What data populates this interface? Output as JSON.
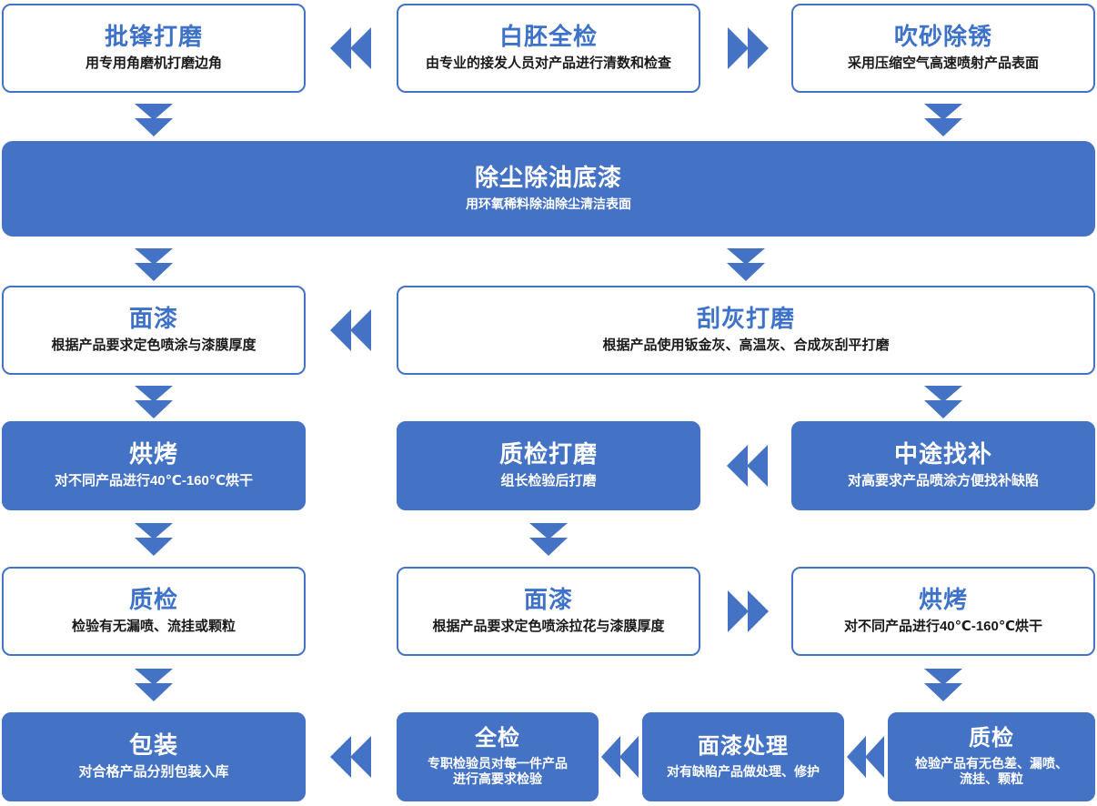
{
  "theme": {
    "accent": "#4472c4",
    "title_outline_color": "#3d72c8",
    "desc_outline_color": "#1a1a1a",
    "filled_text_color": "#ffffff",
    "page_background": "#ffffff"
  },
  "diagram": {
    "type": "process-flowchart",
    "nodes": [
      {
        "id": "n1",
        "title": "批锋打磨",
        "desc": "用专用角磨机打磨边角",
        "style": "outline"
      },
      {
        "id": "n2",
        "title": "白胚全检",
        "desc": "由专业的接发人员对产品进行清数和检查",
        "style": "outline"
      },
      {
        "id": "n3",
        "title": "吹砂除锈",
        "desc": "采用压缩空气高速喷射产品表面",
        "style": "outline"
      },
      {
        "id": "n4",
        "title": "除尘除油底漆",
        "desc": "用环氧稀料除油除尘清洁表面",
        "style": "filled"
      },
      {
        "id": "n5",
        "title": "面漆",
        "desc": "根据产品要求定色喷涂与漆膜厚度",
        "style": "outline"
      },
      {
        "id": "n6",
        "title": "刮灰打磨",
        "desc": "根据产品使用钣金灰、高温灰、合成灰刮平打磨",
        "style": "outline"
      },
      {
        "id": "n7",
        "title": "烘烤",
        "desc": "对不同产品进行40℃-160℃烘干",
        "style": "filled"
      },
      {
        "id": "n8",
        "title": "质检打磨",
        "desc": "组长检验后打磨",
        "style": "filled"
      },
      {
        "id": "n9",
        "title": "中途找补",
        "desc": "对高要求产品喷涂方便找补缺陷",
        "style": "filled"
      },
      {
        "id": "n10",
        "title": "质检",
        "desc": "检验有无漏喷、流挂或颗粒",
        "style": "outline"
      },
      {
        "id": "n11",
        "title": "面漆",
        "desc": "根据产品要求定色喷涂拉花与漆膜厚度",
        "style": "outline"
      },
      {
        "id": "n12",
        "title": "烘烤",
        "desc": "对不同产品进行40℃-160℃烘干",
        "style": "outline"
      },
      {
        "id": "n13",
        "title": "包装",
        "desc": "对合格产品分别包装入库",
        "style": "filled"
      },
      {
        "id": "n14",
        "title": "全检",
        "desc": "专职检验员对每一件产品\n进行高要求检验",
        "desc_line1": "专职检验员对每一件产品",
        "desc_line2": "进行高要求检验",
        "style": "filled"
      },
      {
        "id": "n15",
        "title": "面漆处理",
        "desc": "对有缺陷产品做处理、修护",
        "style": "filled"
      },
      {
        "id": "n16",
        "title": "质检",
        "desc_line1": "检验产品有无色差、漏喷、",
        "desc_line2": "流挂、颗粒",
        "style": "filled"
      }
    ],
    "connectors": [
      {
        "id": "a1",
        "from": "n2",
        "to": "n1",
        "direction": "left",
        "icon": "double-chevron-left-icon"
      },
      {
        "id": "a2",
        "from": "n2",
        "to": "n3",
        "direction": "right",
        "icon": "double-chevron-right-icon"
      },
      {
        "id": "a3",
        "from": "n1",
        "to": "n4",
        "direction": "down",
        "icon": "double-chevron-down-icon"
      },
      {
        "id": "a4",
        "from": "n3",
        "to": "n4",
        "direction": "down",
        "icon": "double-chevron-down-icon"
      },
      {
        "id": "a5",
        "from": "n4",
        "to": "n5",
        "direction": "down",
        "icon": "double-chevron-down-icon"
      },
      {
        "id": "a6",
        "from": "n4",
        "to": "n6",
        "direction": "down",
        "icon": "double-chevron-down-icon"
      },
      {
        "id": "a7",
        "from": "n6",
        "to": "n5",
        "direction": "left",
        "icon": "double-chevron-left-icon"
      },
      {
        "id": "a8",
        "from": "n5",
        "to": "n7",
        "direction": "down",
        "icon": "double-chevron-down-icon"
      },
      {
        "id": "a9",
        "from": "n6",
        "to": "n9",
        "direction": "down",
        "icon": "double-chevron-down-icon"
      },
      {
        "id": "a10",
        "from": "n9",
        "to": "n8",
        "direction": "left",
        "icon": "double-chevron-left-icon"
      },
      {
        "id": "a11",
        "from": "n7",
        "to": "n10",
        "direction": "down",
        "icon": "double-chevron-down-icon"
      },
      {
        "id": "a12",
        "from": "n8",
        "to": "n11",
        "direction": "down",
        "icon": "double-chevron-down-icon"
      },
      {
        "id": "a13",
        "from": "n11",
        "to": "n12",
        "direction": "right",
        "icon": "double-chevron-right-icon"
      },
      {
        "id": "a14",
        "from": "n10",
        "to": "n13",
        "direction": "down",
        "icon": "double-chevron-down-icon"
      },
      {
        "id": "a15",
        "from": "n12",
        "to": "n16",
        "direction": "down",
        "icon": "double-chevron-down-icon"
      },
      {
        "id": "a16",
        "from": "n16",
        "to": "n15",
        "direction": "left",
        "icon": "double-chevron-left-icon"
      },
      {
        "id": "a17",
        "from": "n15",
        "to": "n14",
        "direction": "left",
        "icon": "double-chevron-left-icon"
      },
      {
        "id": "a18",
        "from": "n14",
        "to": "n13",
        "direction": "left",
        "icon": "double-chevron-left-icon"
      }
    ]
  }
}
